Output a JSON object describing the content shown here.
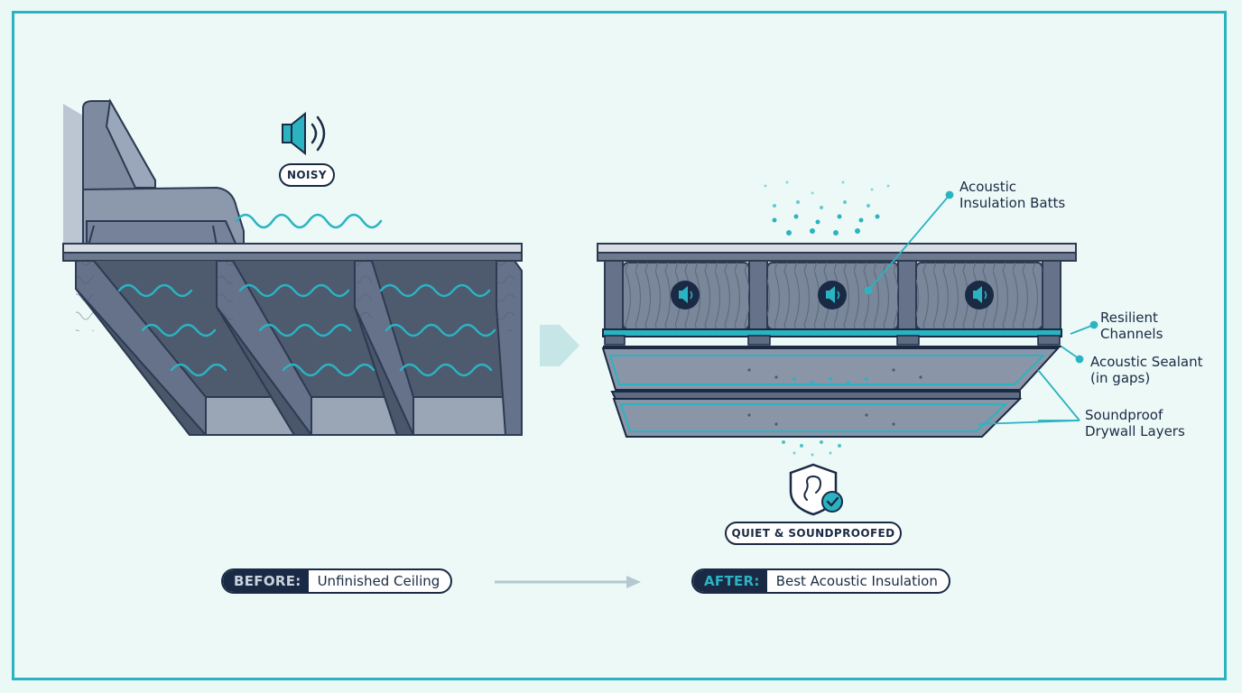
{
  "before_panel": {
    "badge": "NOISY",
    "tag": "BEFORE:",
    "label": "Unfinished Ceiling"
  },
  "after_panel": {
    "badge": "QUIET & SOUNDPROOFED",
    "tag": "AFTER:",
    "label": "Best Acoustic Insulation"
  },
  "callouts": {
    "batts": [
      "Acoustic",
      "Insulation Batts"
    ],
    "channels": [
      "Resilient",
      "Channels"
    ],
    "sealant": [
      "Acoustic Sealant",
      "(in gaps)"
    ],
    "drywall": [
      "Soundproof",
      "Drywall Layers"
    ]
  },
  "icons": {
    "speaker": "speaker-icon",
    "ear_shield": "shield-ear-icon",
    "check": "check-icon",
    "arrow": "arrow-right-icon",
    "chair": "armchair-icon"
  },
  "colors": {
    "accent": "#2bb3c2",
    "navy": "#1a2a44",
    "background": "#ecf9f7",
    "joist": "#5e6b80",
    "panel": "#8a96a8"
  }
}
